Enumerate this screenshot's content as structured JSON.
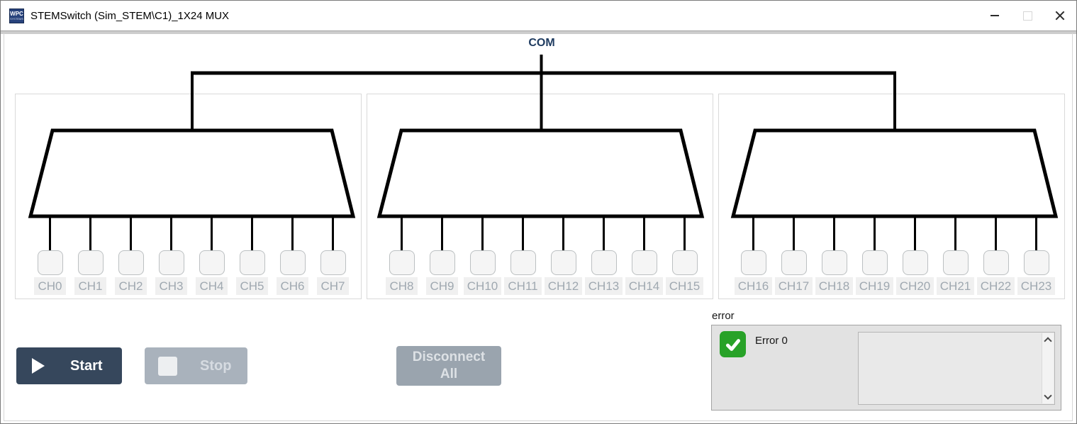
{
  "window": {
    "title": "STEMSwitch (Sim_STEM\\C1)_1X24 MUX",
    "icon_text": "WPC",
    "icon_subtext": "SYSTEMS",
    "controls": {
      "minimize_icon": "minimize-icon",
      "maximize_icon": "maximize-icon",
      "close_icon": "close-icon"
    }
  },
  "diagram": {
    "com_label": "COM",
    "groups": [
      {
        "channels": [
          "CH0",
          "CH1",
          "CH2",
          "CH3",
          "CH4",
          "CH5",
          "CH6",
          "CH7"
        ]
      },
      {
        "channels": [
          "CH8",
          "CH9",
          "CH10",
          "CH11",
          "CH12",
          "CH13",
          "CH14",
          "CH15"
        ]
      },
      {
        "channels": [
          "CH16",
          "CH17",
          "CH18",
          "CH19",
          "CH20",
          "CH21",
          "CH22",
          "CH23"
        ]
      }
    ]
  },
  "controls": {
    "start_label": "Start",
    "start_icon": "play-icon",
    "stop_label": "Stop",
    "stop_icon": "square-icon",
    "disconnect_line1": "Disconnect",
    "disconnect_line2": "All"
  },
  "error_panel": {
    "label": "error",
    "status_text": "Error 0",
    "status_icon": "check-icon",
    "message_text": "",
    "scroll_up_icon": "chevron-up-icon",
    "scroll_down_icon": "chevron-down-icon"
  },
  "colors": {
    "start_button_navy": "#36475c",
    "stop_button_gray": "#a9b2bc",
    "disconnect_button_gray": "#9aa4ae",
    "success_green": "#28a228",
    "wire_black": "#000000",
    "channel_label_gray": "#9fa8b0",
    "com_label_navy": "#1d3a5f",
    "panel_background_gray": "#e2e2e2"
  }
}
